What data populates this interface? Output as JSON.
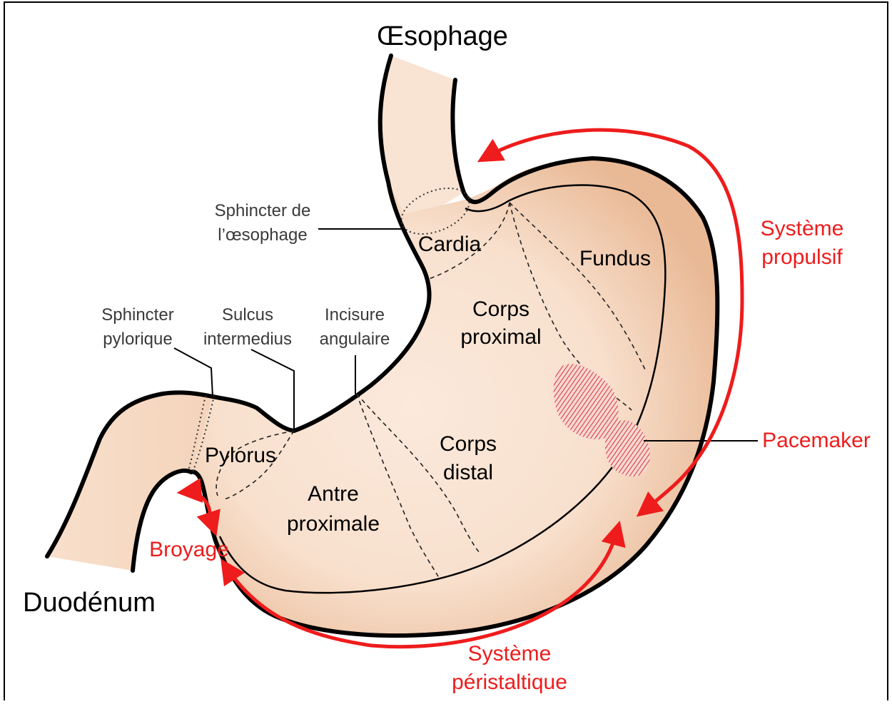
{
  "colors": {
    "stomach_fill": "#f9e3d2",
    "stomach_shade": "#ebbe9c",
    "outline": "#000000",
    "accent_red": "#ee1c1c",
    "annotation_gray": "#3a3a3a",
    "frame": "#000000"
  },
  "labels": {
    "oesophagus": "Œsophage",
    "duodenum": "Duodénum",
    "cardia": "Cardia",
    "fundus": "Fundus",
    "corps_proximal_1": "Corps",
    "corps_proximal_2": "proximal",
    "corps_distal_1": "Corps",
    "corps_distal_2": "distal",
    "antre_1": "Antre",
    "antre_2": "proximale",
    "pylorus": "Pylorus"
  },
  "annotations": {
    "sphincter_oeso_1": "Sphincter de",
    "sphincter_oeso_2": "l’œsophage",
    "sphincter_pyl_1": "Sphincter",
    "sphincter_pyl_2": "pylorique",
    "sulcus_1": "Sulcus",
    "sulcus_2": "intermedius",
    "incisure_1": "Incisure",
    "incisure_2": "angulaire"
  },
  "systems": {
    "propulsif_1": "Système",
    "propulsif_2": "propulsif",
    "peristaltique_1": "Système",
    "peristaltique_2": "péristaltique",
    "pacemaker": "Pacemaker",
    "broyage": "Broyage"
  },
  "icons": {
    "propulsive_arrow": "curved-arrow-icon",
    "peristaltic_arrow": "curved-arrow-icon",
    "grinding_arrow": "double-arrow-icon",
    "pacemaker_zone": "hatched-zone"
  }
}
